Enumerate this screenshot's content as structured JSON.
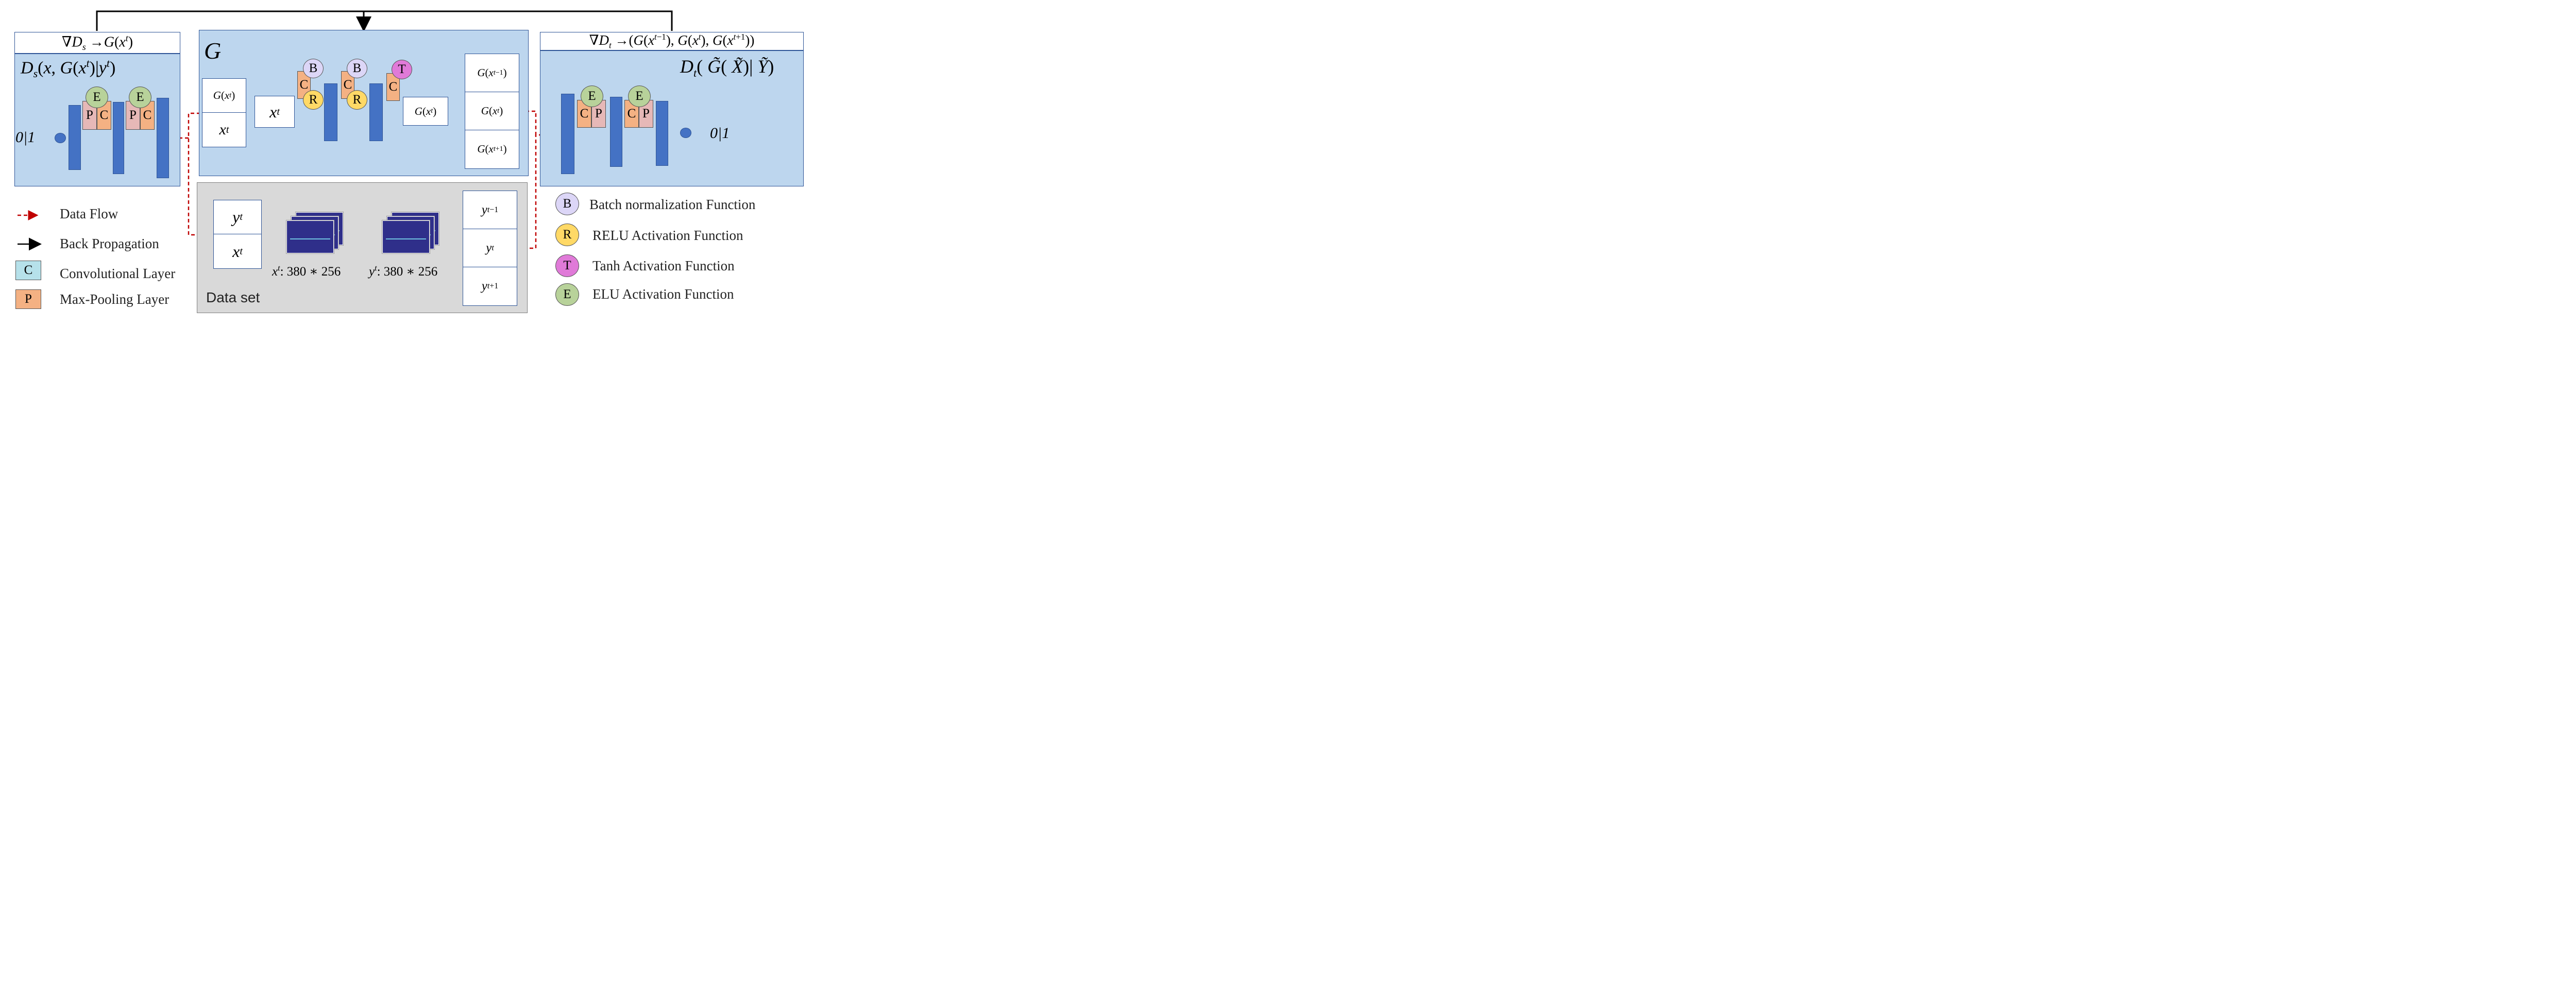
{
  "colors": {
    "panel_blue": "#bdd6ee",
    "bar_blue": "#4472c4",
    "data_flow_red": "#c00000",
    "dataset_gray": "#d9d9d9"
  },
  "discriminator_s": {
    "header": "∇D_s →G(x^t)",
    "title": "D_s(x, G(x^t)|y^t)",
    "blocks": [
      {
        "top": "E",
        "left": "P",
        "right": "C"
      },
      {
        "top": "E",
        "left": "P",
        "right": "C"
      }
    ],
    "output": "0|1"
  },
  "generator": {
    "title": "G",
    "input_top": "G(x^t)",
    "input_bottom": "x^t",
    "xt_box": "x^t",
    "blocks": [
      {
        "top": "B",
        "mid": "C",
        "bottom": "R"
      },
      {
        "top": "B",
        "mid": "C",
        "bottom": "R"
      },
      {
        "top": "T",
        "mid": "C"
      }
    ],
    "output": "G(x^t)",
    "stack": [
      "G(x^{t−1})",
      "G(x^t)",
      "G(x^{t+1})"
    ]
  },
  "discriminator_t": {
    "header": "∇D_t →(G(x^{t−1}), G(x^t), G(x^{t+1}))",
    "title": "D_t( G̃( X̃)| Ỹ)",
    "blocks": [
      {
        "top": "E",
        "left": "C",
        "right": "P"
      },
      {
        "top": "E",
        "left": "C",
        "right": "P"
      }
    ],
    "output": "0|1"
  },
  "dataset": {
    "label": "Data set",
    "pair": [
      "y^t",
      "x^t"
    ],
    "thumb_captions": [
      "x^t: 380 ∗ 256",
      "y^t: 380 ∗ 256"
    ],
    "stack": [
      "y^{t−1}",
      "y^t",
      "y^{t+1}"
    ]
  },
  "legend_left": [
    {
      "icon": "dashed-arrow",
      "label": "Data Flow"
    },
    {
      "icon": "solid-arrow",
      "label": "Back Propagation"
    },
    {
      "icon": "C",
      "label": "Convolutional Layer"
    },
    {
      "icon": "P",
      "label": "Max-Pooling Layer"
    }
  ],
  "legend_right": [
    {
      "icon": "B",
      "label": "Batch normalization Function"
    },
    {
      "icon": "R",
      "label": "RELU Activation Function"
    },
    {
      "icon": "T",
      "label": "Tanh Activation Function"
    },
    {
      "icon": "E",
      "label": "ELU Activation Function"
    }
  ]
}
